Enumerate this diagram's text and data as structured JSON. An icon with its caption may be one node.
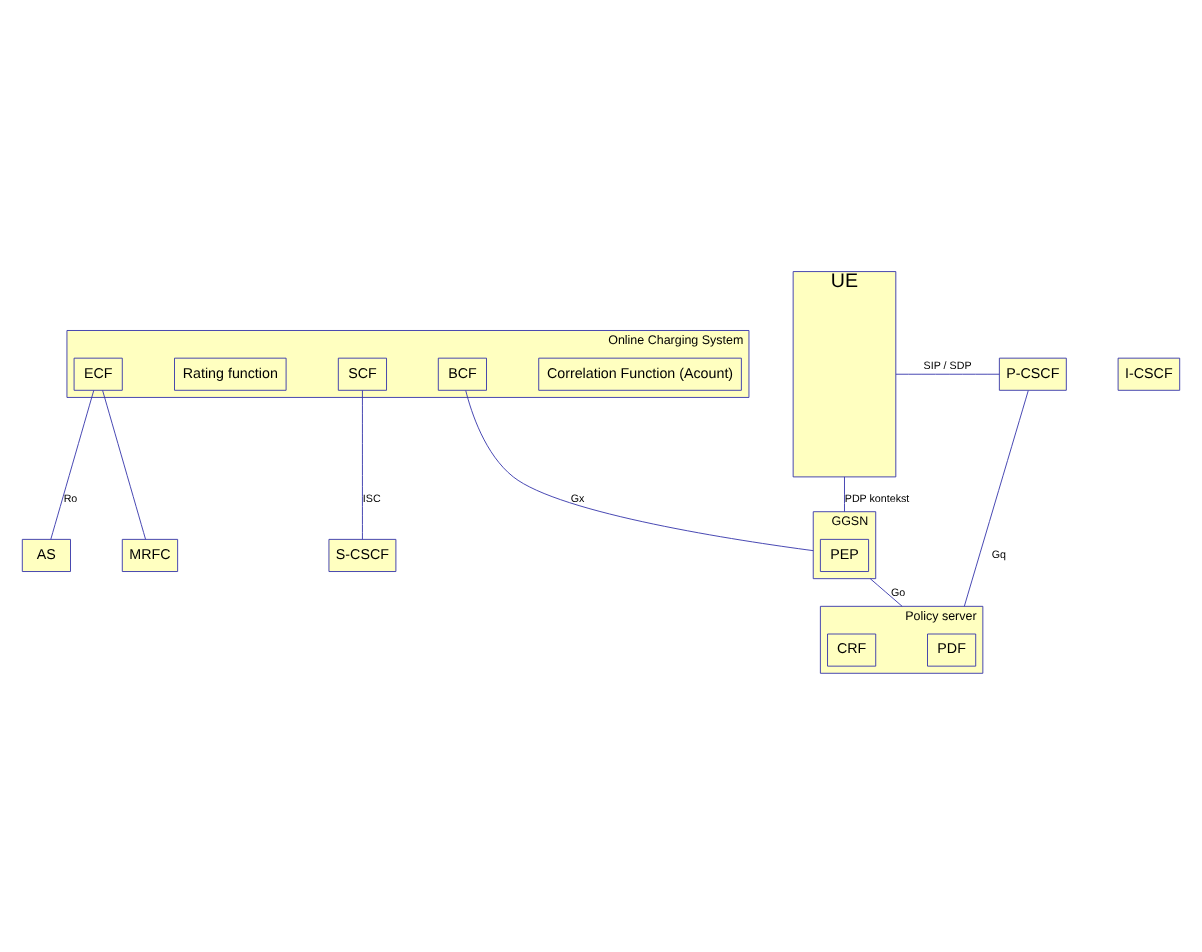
{
  "diagram": {
    "nodes": [
      {
        "text": [
          "Online Charging System"
        ]
      },
      {
        "text": [
          "Correlation Function (Acount)"
        ],
        "in": 0
      },
      {
        "text": [
          "BCF"
        ],
        "in": 0
      },
      {
        "text": [
          "SCF"
        ],
        "in": 0
      },
      {
        "text": [
          "Rating function"
        ],
        "in": 0
      },
      {
        "text": [
          "ECF"
        ],
        "in": 0
      },
      {
        "text": [
          "S-CSCF"
        ]
      },
      {
        "text": [
          "AS"
        ]
      },
      {
        "text": [
          "MRFC"
        ]
      },
      {
        "text": [
          "I-CSCF"
        ]
      },
      {
        "text": [
          "UE"
        ]
      },
      {
        "text": [
          "P-CSCF"
        ]
      },
      {
        "text": [
          "GGSN"
        ]
      },
      {
        "text": [
          "PEP"
        ],
        "in": 12
      },
      {
        "text": [
          "Policy server"
        ]
      },
      {
        "text": [
          "PDF"
        ],
        "in": 14
      },
      {
        "text": [
          "CRF"
        ],
        "in": 14
      }
    ],
    "edges": [
      {
        "from": 3,
        "to": 6,
        "arrow": "none",
        "label": "ISC"
      },
      {
        "from": 5,
        "to": 7,
        "arrow": "none",
        "label": "Ro"
      },
      {
        "from": 5,
        "to": 8,
        "arrow": "none"
      },
      {
        "from": 10,
        "to": 11,
        "arrow": "none",
        "label": "SIP / SDP"
      },
      {
        "from": 11,
        "to": 14,
        "arrow": "none",
        "label": "Gq"
      },
      {
        "from": 10,
        "to": 12,
        "arrow": "none",
        "label": "PDP kontekst"
      },
      {
        "from": 12,
        "to": 14,
        "arrow": "none",
        "label": "Go"
      },
      {
        "from": 2,
        "to": 12,
        "arrow": "none",
        "label": "Gx"
      }
    ]
  }
}
